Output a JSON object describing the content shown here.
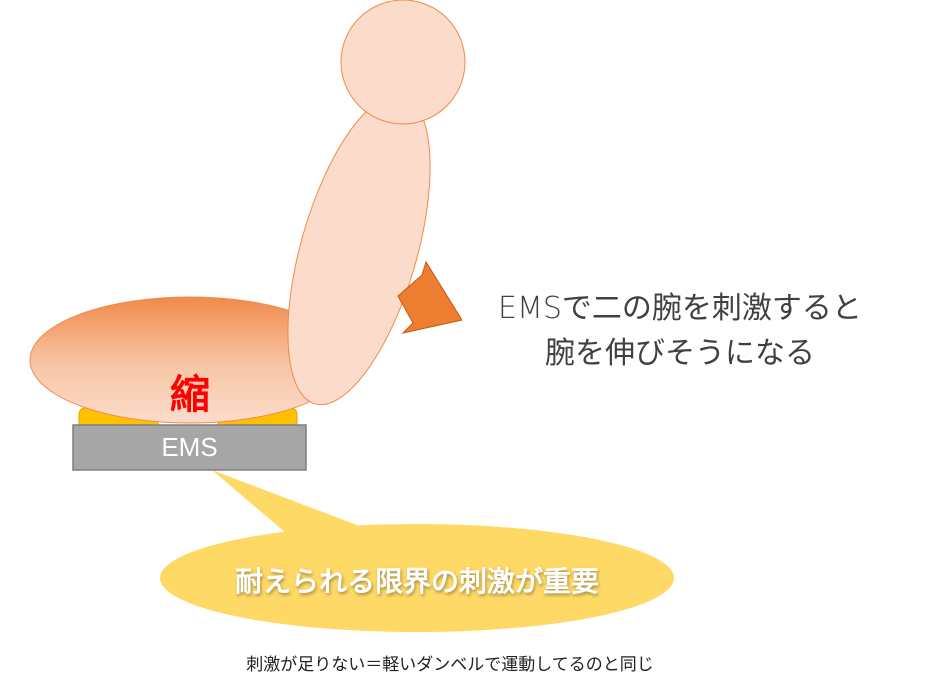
{
  "caption": {
    "line1": "EMSで二の腕を刺激すると",
    "line2": "腕を伸びそうになる"
  },
  "muscle": {
    "label": "縮"
  },
  "device": {
    "label": "EMS"
  },
  "speech_bubble": {
    "text": "耐えられる限界の刺激が重要"
  },
  "footnote": "刺激が足りない＝軽いダンベルで運動してるのと同じ",
  "colors": {
    "skin": "#fbdccb",
    "skin_outline": "#f08a4b",
    "muscle_top": "#f08a4b",
    "electrode": "#ffc000",
    "device": "#a6a6a6",
    "arrow": "#ed7d31",
    "bubble": "#ffd966",
    "contract_text": "#ff0000"
  }
}
